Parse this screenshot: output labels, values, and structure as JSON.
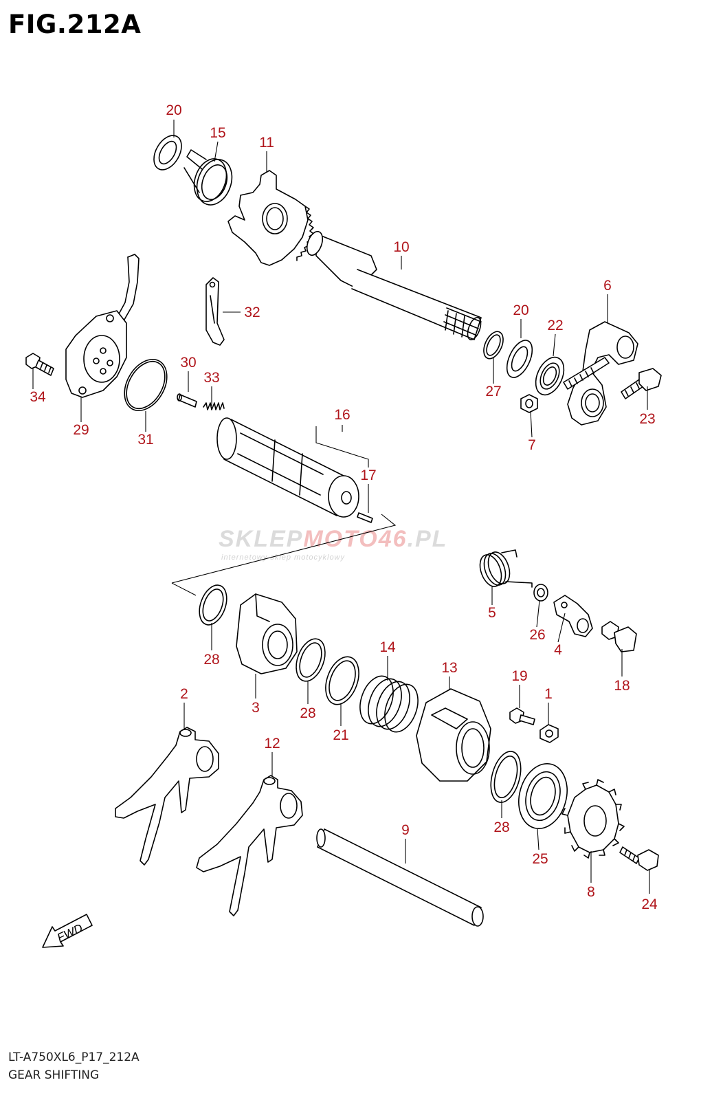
{
  "figure": {
    "title": "FIG.212A",
    "model_code": "LT-A750XL6_P17_212A",
    "caption": "GEAR SHIFTING"
  },
  "watermark": {
    "part1": "SKLEP",
    "part2": "MOTO",
    "part3": "46",
    "part4": ".PL",
    "tagline": "internetowy sklep motocyklowy"
  },
  "fwd_label": "FWD",
  "colors": {
    "callout": "#b0151b",
    "line": "#000000",
    "watermark_grey": "#cfcfcf",
    "watermark_red": "#f2b8b8"
  },
  "callouts": [
    {
      "id": "c20a",
      "text": "20"
    },
    {
      "id": "c15",
      "text": "15"
    },
    {
      "id": "c11",
      "text": "11"
    },
    {
      "id": "c10",
      "text": "10"
    },
    {
      "id": "c6",
      "text": "6"
    },
    {
      "id": "c20b",
      "text": "20"
    },
    {
      "id": "c22",
      "text": "22"
    },
    {
      "id": "c32",
      "text": "32"
    },
    {
      "id": "c30",
      "text": "30"
    },
    {
      "id": "c33",
      "text": "33"
    },
    {
      "id": "c34",
      "text": "34"
    },
    {
      "id": "c29",
      "text": "29"
    },
    {
      "id": "c31",
      "text": "31"
    },
    {
      "id": "c27",
      "text": "27"
    },
    {
      "id": "c7",
      "text": "7"
    },
    {
      "id": "c23",
      "text": "23"
    },
    {
      "id": "c16",
      "text": "16"
    },
    {
      "id": "c17",
      "text": "17"
    },
    {
      "id": "c5",
      "text": "5"
    },
    {
      "id": "c26",
      "text": "26"
    },
    {
      "id": "c4",
      "text": "4"
    },
    {
      "id": "c18",
      "text": "18"
    },
    {
      "id": "c28a",
      "text": "28"
    },
    {
      "id": "c3",
      "text": "3"
    },
    {
      "id": "c14",
      "text": "14"
    },
    {
      "id": "c13",
      "text": "13"
    },
    {
      "id": "c28b",
      "text": "28"
    },
    {
      "id": "c21",
      "text": "21"
    },
    {
      "id": "c19",
      "text": "19"
    },
    {
      "id": "c1",
      "text": "1"
    },
    {
      "id": "c2",
      "text": "2"
    },
    {
      "id": "c12",
      "text": "12"
    },
    {
      "id": "c9",
      "text": "9"
    },
    {
      "id": "c28c",
      "text": "28"
    },
    {
      "id": "c25",
      "text": "25"
    },
    {
      "id": "c8",
      "text": "8"
    },
    {
      "id": "c24",
      "text": "24"
    }
  ]
}
